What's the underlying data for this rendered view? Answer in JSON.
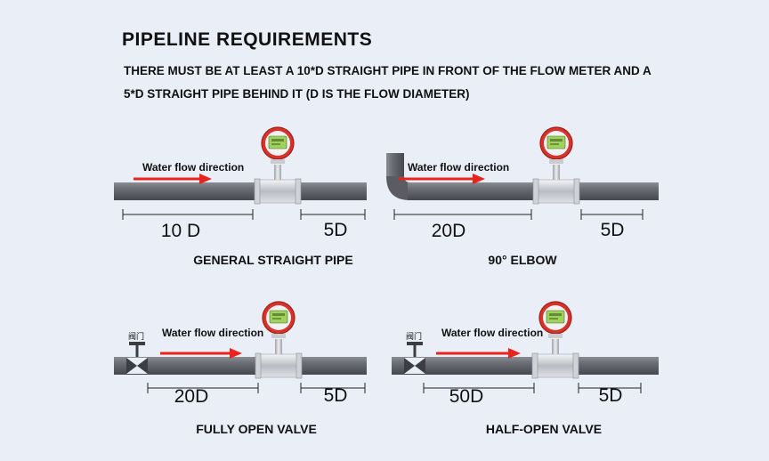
{
  "heading": "PIPELINE REQUIREMENTS",
  "description": [
    "THERE MUST BE AT LEAST A 10*D STRAIGHT PIPE IN FRONT OF THE FLOW METER AND A",
    "5*D STRAIGHT PIPE BEHIND IT (D IS THE FLOW DIAMETER)"
  ],
  "panels": [
    {
      "caption": "GENERAL STRAIGHT PIPE",
      "flow_label": "Water flow direction",
      "upstream": "10 D",
      "downstream": "5D",
      "fitting": "straight"
    },
    {
      "caption": "90° ELBOW",
      "flow_label": "Water flow direction",
      "upstream": "20D",
      "downstream": "5D",
      "fitting": "elbow"
    },
    {
      "caption": "FULLY OPEN VALVE",
      "flow_label": "Water flow direction",
      "upstream": "20D",
      "downstream": "5D",
      "fitting": "valve",
      "valve_label": "阀门"
    },
    {
      "caption": "HALF-OPEN VALVE",
      "flow_label": "Water flow direction",
      "upstream": "50D",
      "downstream": "5D",
      "fitting": "valve",
      "valve_label": "阀门"
    }
  ],
  "colors": {
    "pipe": "#5e6066",
    "arrow": "#e8241c",
    "meter_ring": "#d8332a",
    "lcd": "#9fd25a"
  }
}
